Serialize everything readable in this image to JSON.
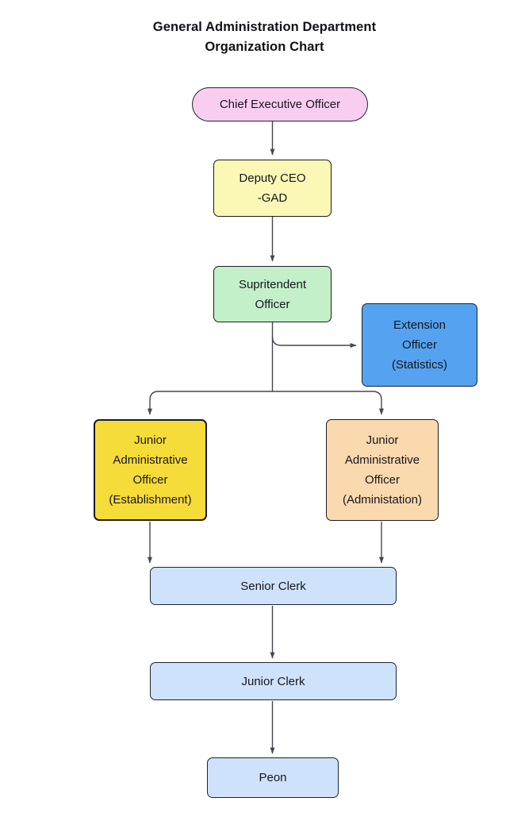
{
  "title": {
    "line1": "General Administration Department",
    "line2": "Organization Chart"
  },
  "colors": {
    "background": "#ffffff",
    "text": "#16161d",
    "connector": "#46464e",
    "border": "#1b1b22",
    "ceo_fill": "#f8cdf0",
    "deputy_ceo_fill": "#fbf8b6",
    "supritendent_fill": "#c4f0c9",
    "extension_officer_fill": "#55a3f0",
    "jao_establishment_fill": "#f6dc38",
    "jao_administration_fill": "#fad9ae",
    "clerk_fill": "#cfe2fb"
  },
  "chart_data": {
    "type": "diagram",
    "title": "General Administration Department Organization Chart",
    "orientation": "top-down",
    "nodes": [
      {
        "id": "ceo",
        "label": "Chief Executive Officer",
        "shape": "stadium",
        "fill": "#f8cdf0"
      },
      {
        "id": "dceo",
        "label": "Deputy CEO\n-GAD",
        "shape": "rectangle",
        "fill": "#fbf8b6"
      },
      {
        "id": "supt",
        "label": "Supritendent\nOfficer",
        "shape": "rectangle",
        "fill": "#c4f0c9"
      },
      {
        "id": "ext",
        "label": "Extension\nOfficer\n(Statistics)",
        "shape": "rectangle",
        "fill": "#55a3f0"
      },
      {
        "id": "jao_est",
        "label": "Junior\nAdministrative\nOfficer\n(Establishment)",
        "shape": "rectangle",
        "fill": "#f6dc38"
      },
      {
        "id": "jao_adm",
        "label": "Junior\nAdministrative\nOfficer\n(Administation)",
        "shape": "rectangle",
        "fill": "#fad9ae"
      },
      {
        "id": "sclerk",
        "label": "Senior Clerk",
        "shape": "rectangle",
        "fill": "#cfe2fb"
      },
      {
        "id": "jclerk",
        "label": "Junior Clerk",
        "shape": "rectangle",
        "fill": "#cfe2fb"
      },
      {
        "id": "peon",
        "label": "Peon",
        "shape": "rectangle",
        "fill": "#cfe2fb"
      }
    ],
    "edges": [
      {
        "from": "ceo",
        "to": "dceo",
        "style": "arrow"
      },
      {
        "from": "dceo",
        "to": "supt",
        "style": "arrow"
      },
      {
        "from": "supt",
        "to": "ext",
        "style": "arrow"
      },
      {
        "from": "supt",
        "to": "jao_est",
        "style": "arrow"
      },
      {
        "from": "supt",
        "to": "jao_adm",
        "style": "arrow"
      },
      {
        "from": "jao_est",
        "to": "sclerk",
        "style": "arrow"
      },
      {
        "from": "jao_adm",
        "to": "sclerk",
        "style": "arrow"
      },
      {
        "from": "sclerk",
        "to": "jclerk",
        "style": "arrow"
      },
      {
        "from": "jclerk",
        "to": "peon",
        "style": "arrow"
      }
    ]
  },
  "nodes": {
    "ceo": {
      "label": "Chief Executive Officer"
    },
    "deputy_ceo": {
      "label": "Deputy CEO\n-GAD"
    },
    "supritendent": {
      "label": "Supritendent\nOfficer"
    },
    "extension_officer": {
      "label": "Extension\nOfficer\n(Statistics)"
    },
    "jao_establishment": {
      "label": "Junior\nAdministrative\nOfficer\n(Establishment)"
    },
    "jao_administration": {
      "label": "Junior\nAdministrative\nOfficer\n(Administation)"
    },
    "senior_clerk": {
      "label": "Senior Clerk"
    },
    "junior_clerk": {
      "label": "Junior Clerk"
    },
    "peon": {
      "label": "Peon"
    }
  }
}
